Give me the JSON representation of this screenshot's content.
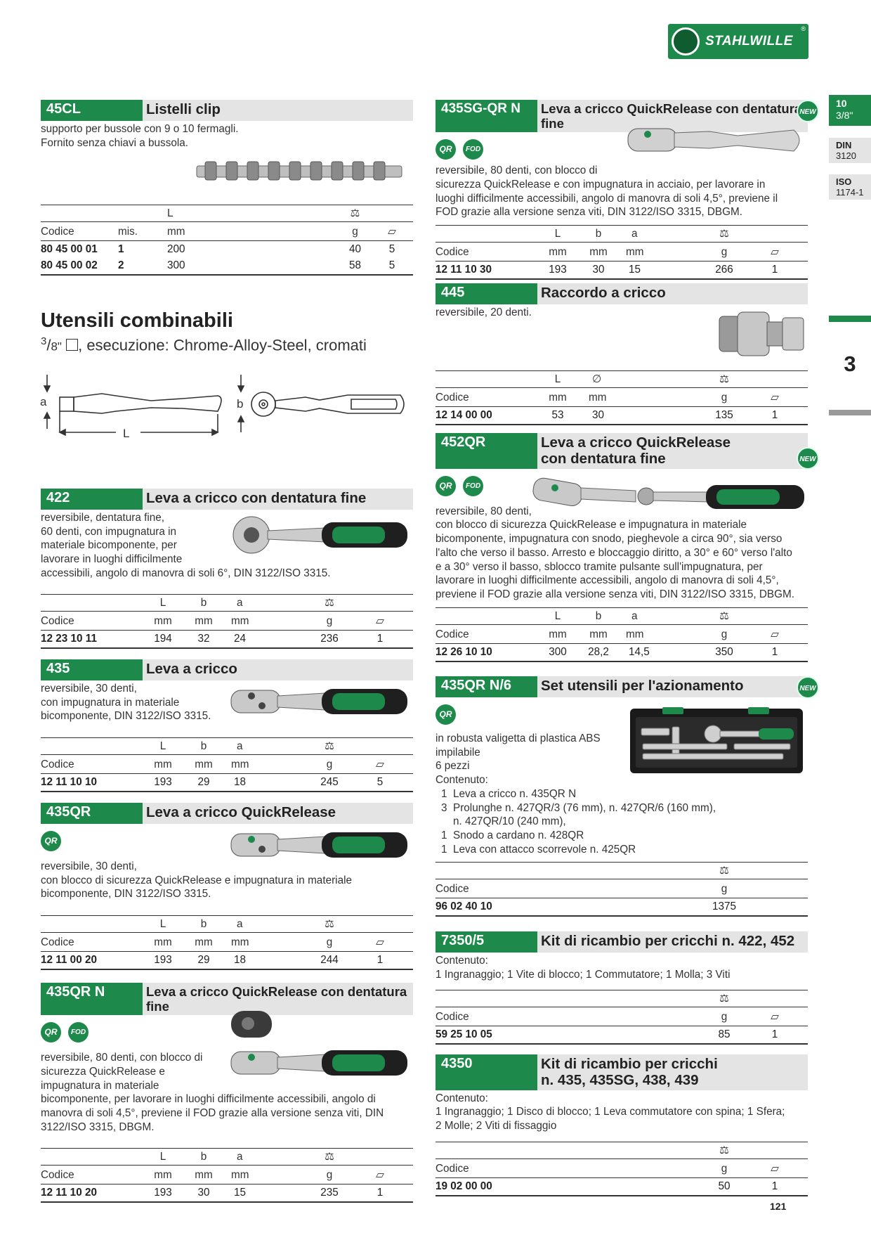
{
  "brand": "STAHLWILLE",
  "page_number": "121",
  "sidebar": {
    "t1": "10",
    "t2": "3/8\"",
    "din": "DIN",
    "din_no": "3120",
    "iso": "ISO",
    "iso_no": "1174-1",
    "chapter": "3"
  },
  "headings": {
    "title": "Utensili combinabili",
    "sub_frac_num": "3",
    "sub_frac_den": "8\"",
    "sub_rest": ", esecuzione: Chrome-Alloy-Steel, cromati",
    "dim_a": "a",
    "dim_b": "b",
    "dim_L": "L"
  },
  "cols": {
    "codice": "Codice",
    "mis": "mis.",
    "mm": "mm",
    "g": "g",
    "L": "L",
    "b": "b",
    "a": "a",
    "diam": "∅"
  },
  "badges": {
    "qr": "QR",
    "fod": "FOD",
    "new": "NEW"
  },
  "s45cl": {
    "code": "45CL",
    "title": "Listelli clip",
    "desc": [
      "supporto per bussole con 9 o 10 fermagli.",
      "Fornito senza chiavi a bussola."
    ],
    "rows": [
      {
        "code": "80 45 00 01",
        "mis": "1",
        "L": "200",
        "g": "40",
        "q": "5"
      },
      {
        "code": "80 45 00 02",
        "mis": "2",
        "L": "300",
        "g": "58",
        "q": "5"
      }
    ]
  },
  "s422": {
    "code": "422",
    "title": "Leva a cricco con dentatura fine",
    "desc": [
      "reversibile, dentatura fine,",
      "60 denti, con impugnatura in",
      "materiale bicomponente, per",
      "lavorare in luoghi difficilmente",
      "accessibili, angolo di manovra di soli 6°, DIN 3122/ISO 3315."
    ],
    "rows": [
      {
        "code": "12 23 10 11",
        "L": "194",
        "b": "32",
        "a": "24",
        "g": "236",
        "q": "1"
      }
    ]
  },
  "s435": {
    "code": "435",
    "title": "Leva a cricco",
    "desc": [
      "reversibile, 30 denti,",
      "con impugnatura in materiale",
      "bicomponente, DIN 3122/ISO 3315."
    ],
    "rows": [
      {
        "code": "12 11 10 10",
        "L": "193",
        "b": "29",
        "a": "18",
        "g": "245",
        "q": "5"
      }
    ]
  },
  "s435qr": {
    "code": "435QR",
    "title": "Leva a cricco QuickRelease",
    "desc": [
      "reversibile, 30 denti,",
      "con blocco di sicurezza QuickRelease e impugnatura in materiale",
      "bicomponente, DIN 3122/ISO 3315."
    ],
    "rows": [
      {
        "code": "12 11 00 20",
        "L": "193",
        "b": "29",
        "a": "18",
        "g": "244",
        "q": "1"
      }
    ]
  },
  "s435qrn": {
    "code": "435QR N",
    "title": "Leva a cricco QuickRelease con dentatura fine",
    "desc": [
      "reversibile, 80 denti, con blocco di",
      "sicurezza QuickRelease e",
      "impugnatura in materiale",
      "bicomponente, per lavorare in luoghi difficilmente accessibili, angolo di",
      "manovra di soli 4,5°, previene il FOD grazie alla versione senza viti, DIN",
      "3122/ISO 3315, DBGM."
    ],
    "rows": [
      {
        "code": "12 11 10 20",
        "L": "193",
        "b": "30",
        "a": "15",
        "g": "235",
        "q": "1"
      }
    ]
  },
  "s435sg": {
    "code": "435SG-QR N",
    "title": "Leva a cricco QuickRelease con dentatura fine",
    "desc": [
      "reversibile, 80 denti, con blocco di",
      "sicurezza QuickRelease e con impugnatura in acciaio, per lavorare in",
      "luoghi difficilmente accessibili, angolo di manovra di soli 4,5°, previene il",
      "FOD grazie alla versione senza viti, DIN 3122/ISO 3315, DBGM."
    ],
    "rows": [
      {
        "code": "12 11 10 30",
        "L": "193",
        "b": "30",
        "a": "15",
        "g": "266",
        "q": "1"
      }
    ]
  },
  "s445": {
    "code": "445",
    "title": "Raccordo a cricco",
    "desc": [
      "reversibile, 20 denti."
    ],
    "rows": [
      {
        "code": "12 14 00 00",
        "L": "53",
        "d": "30",
        "g": "135",
        "q": "1"
      }
    ]
  },
  "s452qr": {
    "code": "452QR",
    "title1": "Leva a cricco QuickRelease",
    "title2": "con dentatura fine",
    "desc": [
      "reversibile, 80 denti,",
      "con blocco di sicurezza QuickRelease e impugnatura in materiale",
      "bicomponente, impugnatura con snodo, pieghevole a circa 90°, sia verso",
      "l'alto che verso il basso. Arresto e bloccaggio diritto, a 30° e 60° verso l'alto",
      "e a 30° verso il basso, sblocco tramite pulsante sull'impugnatura, per",
      "lavorare in luoghi difficilmente accessibili, angolo di manovra di soli 4,5°,",
      "previene il FOD grazie alla versione senza viti, DIN 3122/ISO 3315, DBGM."
    ],
    "rows": [
      {
        "code": "12 26 10 10",
        "L": "300",
        "b": "28,2",
        "a": "14,5",
        "g": "350",
        "q": "1"
      }
    ]
  },
  "s435qrn6": {
    "code": "435QR N/6",
    "title": "Set utensili per l'azionamento",
    "desc": [
      "in robusta valigetta di plastica ABS",
      "impilabile",
      "6 pezzi",
      "Contenuto:"
    ],
    "contents": [
      "1  Leva a cricco n. 435QR N",
      "3  Prolunghe n. 427QR/3 (76 mm), n. 427QR/6 (160 mm),",
      "    n. 427QR/10 (240 mm),",
      "1  Snodo a cardano n. 428QR",
      "1  Leva con attacco scorrevole n. 425QR"
    ],
    "rows": [
      {
        "code": "96 02 40 10",
        "g": "1375"
      }
    ]
  },
  "s7350": {
    "code": "7350/5",
    "title": "Kit di ricambio per cricchi n. 422, 452",
    "desc": [
      "Contenuto:",
      "1 Ingranaggio; 1 Vite di blocco; 1 Commutatore; 1 Molla; 3 Viti"
    ],
    "rows": [
      {
        "code": "59 25 10 05",
        "g": "85",
        "q": "1"
      }
    ]
  },
  "s4350": {
    "code": "4350",
    "title1": "Kit di ricambio per cricchi",
    "title2": "n. 435, 435SG, 438, 439",
    "desc": [
      "Contenuto:",
      "1 Ingranaggio; 1 Disco di blocco; 1 Leva commutatore con spina; 1 Sfera;",
      "2 Molle; 2 Viti di fissaggio"
    ],
    "rows": [
      {
        "code": "19 02 00 00",
        "g": "50",
        "q": "1"
      }
    ]
  },
  "colors": {
    "green": "#1d8a4c",
    "header_bg": "#e4e4e4"
  }
}
